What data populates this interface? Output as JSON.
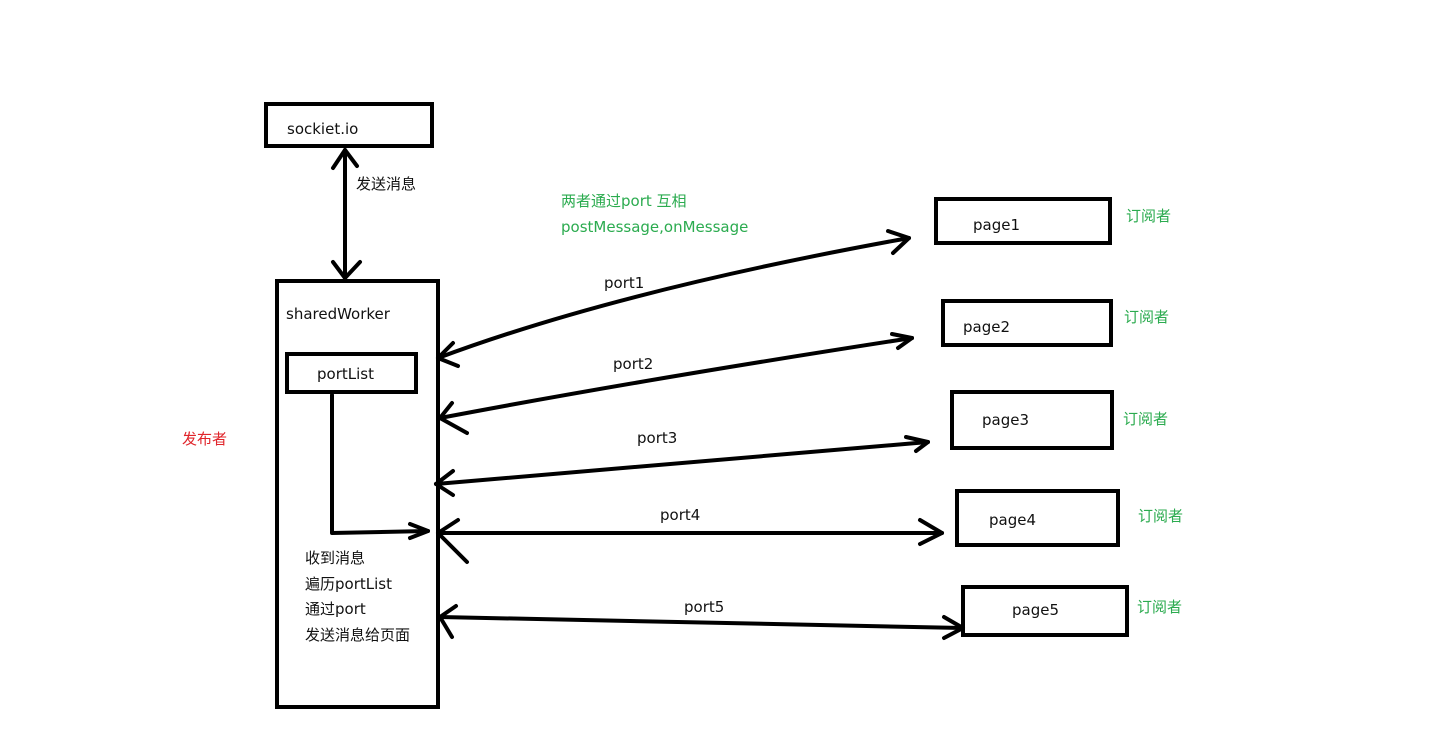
{
  "nodes": {
    "socket": "sockiet.io",
    "shared_worker": "sharedWorker",
    "port_list": "portList",
    "pages": [
      "page1",
      "page2",
      "page3",
      "page4",
      "page5"
    ]
  },
  "edges": {
    "send_message": "发送消息",
    "ports": [
      "port1",
      "port2",
      "port3",
      "port4",
      "port5"
    ]
  },
  "notes": {
    "both_sides_line1": "两者通过port 互相",
    "both_sides_line2": "postMessage,onMessage",
    "subscriber": "订阅者",
    "publisher": "发布者",
    "steps": [
      "收到消息",
      "遍历portList",
      "通过port",
      "发送消息给页面"
    ]
  },
  "colors": {
    "note_green": "#2bab4f",
    "publisher_red": "#e0242a",
    "line": "#000000"
  }
}
